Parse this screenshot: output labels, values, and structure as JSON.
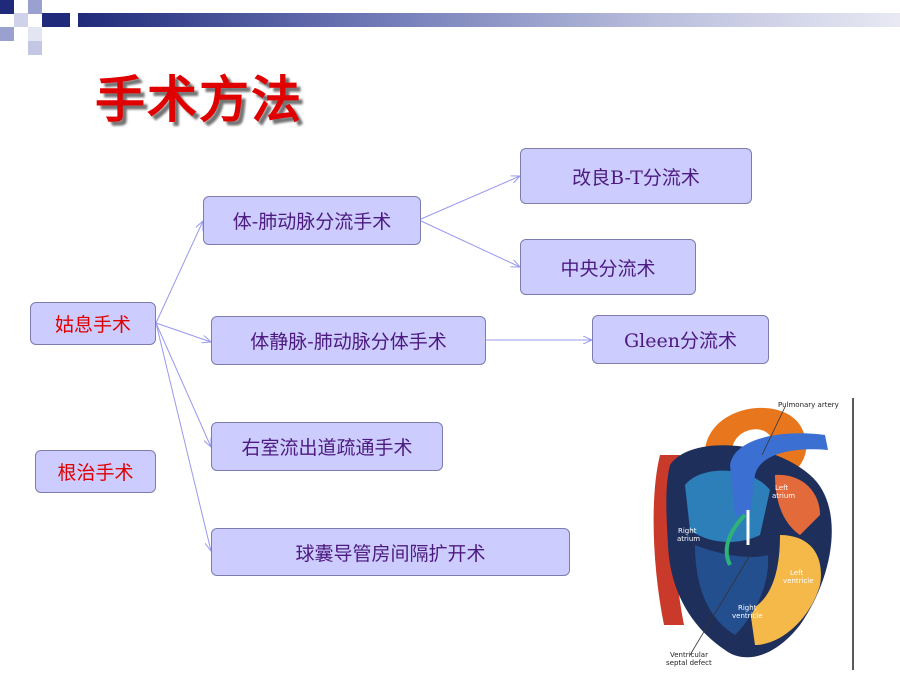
{
  "slide": {
    "title": "手术方法",
    "palliative": "姑息手术",
    "radical": "根治手术",
    "procedures": {
      "systemic_pulmonary_shunt": "体-肺动脉分流手术",
      "modified_bt": "改良B-T分流术",
      "central_shunt": "中央分流术",
      "venous_pulmonary_shunt": "体静脉-肺动脉分体手术",
      "glenn": "Gleen分流术",
      "rvot": "右室流出道疏通手术",
      "balloon_septostomy": "球囊导管房间隔扩开术"
    }
  },
  "heart_figure": {
    "labels": {
      "pulmonary_artery": "Pulmonary artery",
      "left_atrium_1": "Left",
      "left_atrium_2": "atrium",
      "right_atrium_1": "Right",
      "right_atrium_2": "atrium",
      "left_ventricle_1": "Left",
      "left_ventricle_2": "ventricle",
      "right_ventricle_1": "Right",
      "right_ventricle_2": "ventricle",
      "vsd_1": "Ventricular",
      "vsd_2": "septal defect"
    }
  },
  "colors": {
    "title": "#e00000",
    "node_fill": "#ccccff",
    "node_text": "#4d1a80",
    "connector": "#9999ee"
  }
}
